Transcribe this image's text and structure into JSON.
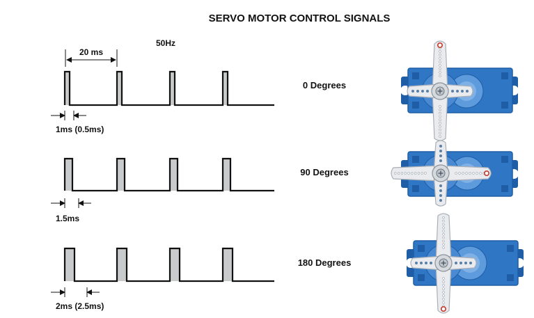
{
  "title": "SERVO MOTOR CONTROL SIGNALS",
  "frequency_label": "50Hz",
  "period_label": "20 ms",
  "colors": {
    "pulse_fill": "#c8cacb",
    "line": "#111111",
    "servo_body": "#2f76c4",
    "servo_dark": "#1f5ea6",
    "horn": "#e9ebee",
    "horn_edge": "#aab0b8",
    "marker": "#c0392b"
  },
  "rows": [
    {
      "pulse_label": "1ms (0.5ms)",
      "angle_label": "0 Degrees",
      "horn_angle": 0,
      "duty": 0.05
    },
    {
      "pulse_label": "1.5ms",
      "angle_label": "90 Degrees",
      "horn_angle": 90,
      "duty": 0.075
    },
    {
      "pulse_label": "2ms (2.5ms)",
      "angle_label": "180 Degrees",
      "horn_angle": 180,
      "duty": 0.1
    }
  ],
  "icons": {
    "servo": "servo-motor-icon",
    "horn": "servo-horn-icon",
    "screw": "screw-icon"
  }
}
